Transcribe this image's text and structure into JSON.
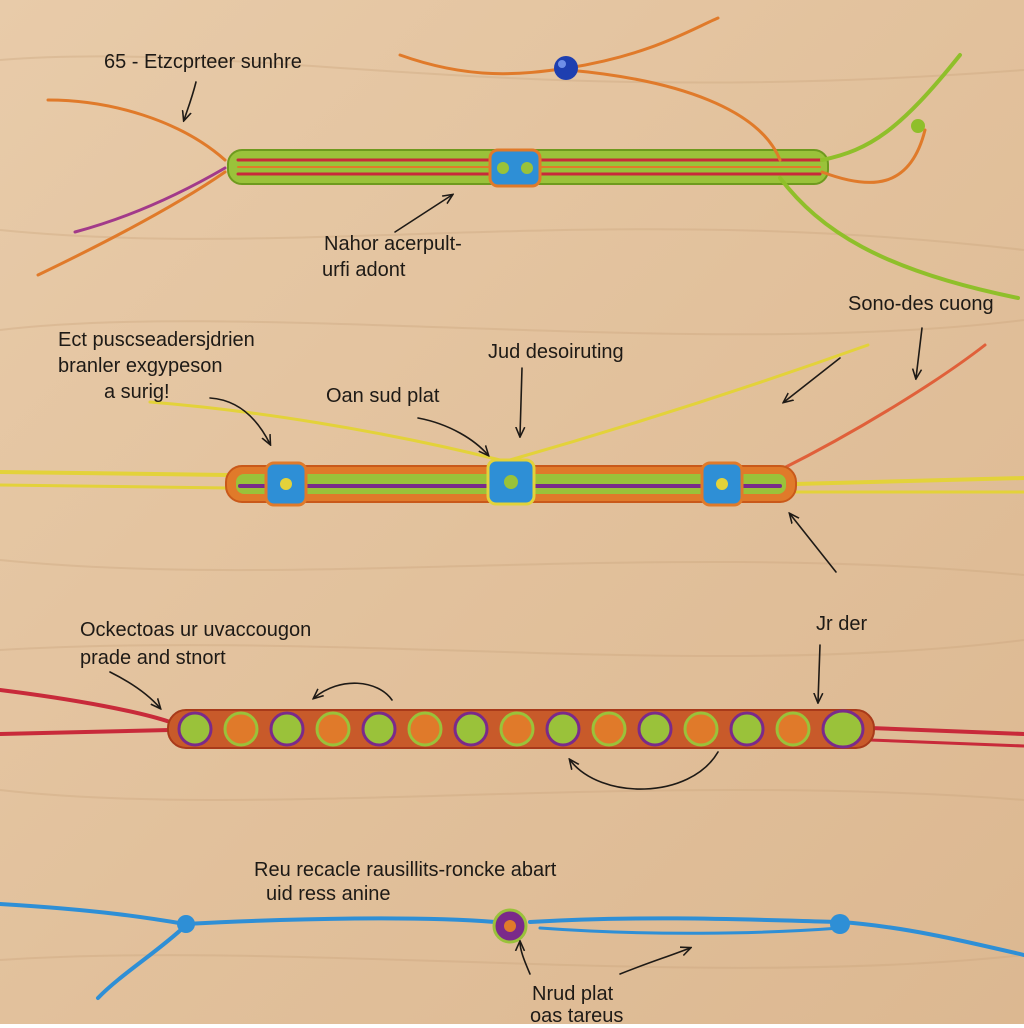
{
  "labels": {
    "l1": "65 - Etzcprteer sunhre",
    "l2a": "Nahor acerpult-",
    "l2b": "urfi adont",
    "l3": "Sono-des cuong",
    "l4a": "Ect puscseadersjdrien",
    "l4b": "branler exgypeson",
    "l4c": "a surig!",
    "l5": "Jud desoiruting",
    "l6": "Oan sud plat",
    "l7a": "Ockectoas ur uvaccougon",
    "l7b": "prade and stnort",
    "l8": "Jr der",
    "l9a": "Reu recacle rausillits-roncke abart",
    "l9b": "uid ress anine",
    "l10a": "Nrud plat",
    "l10b": "oas tareus"
  },
  "colors": {
    "wood_light": "#e6c7a4",
    "wood_dark": "#d2ad85",
    "lime": "#9ac23a",
    "orange": "#e07a2a",
    "red": "#c82a3a",
    "purple": "#7a2a8a",
    "blue": "#2e8fd6",
    "navy": "#1e3fb0",
    "yellow": "#e3d23a",
    "ink": "#1e1a16"
  }
}
